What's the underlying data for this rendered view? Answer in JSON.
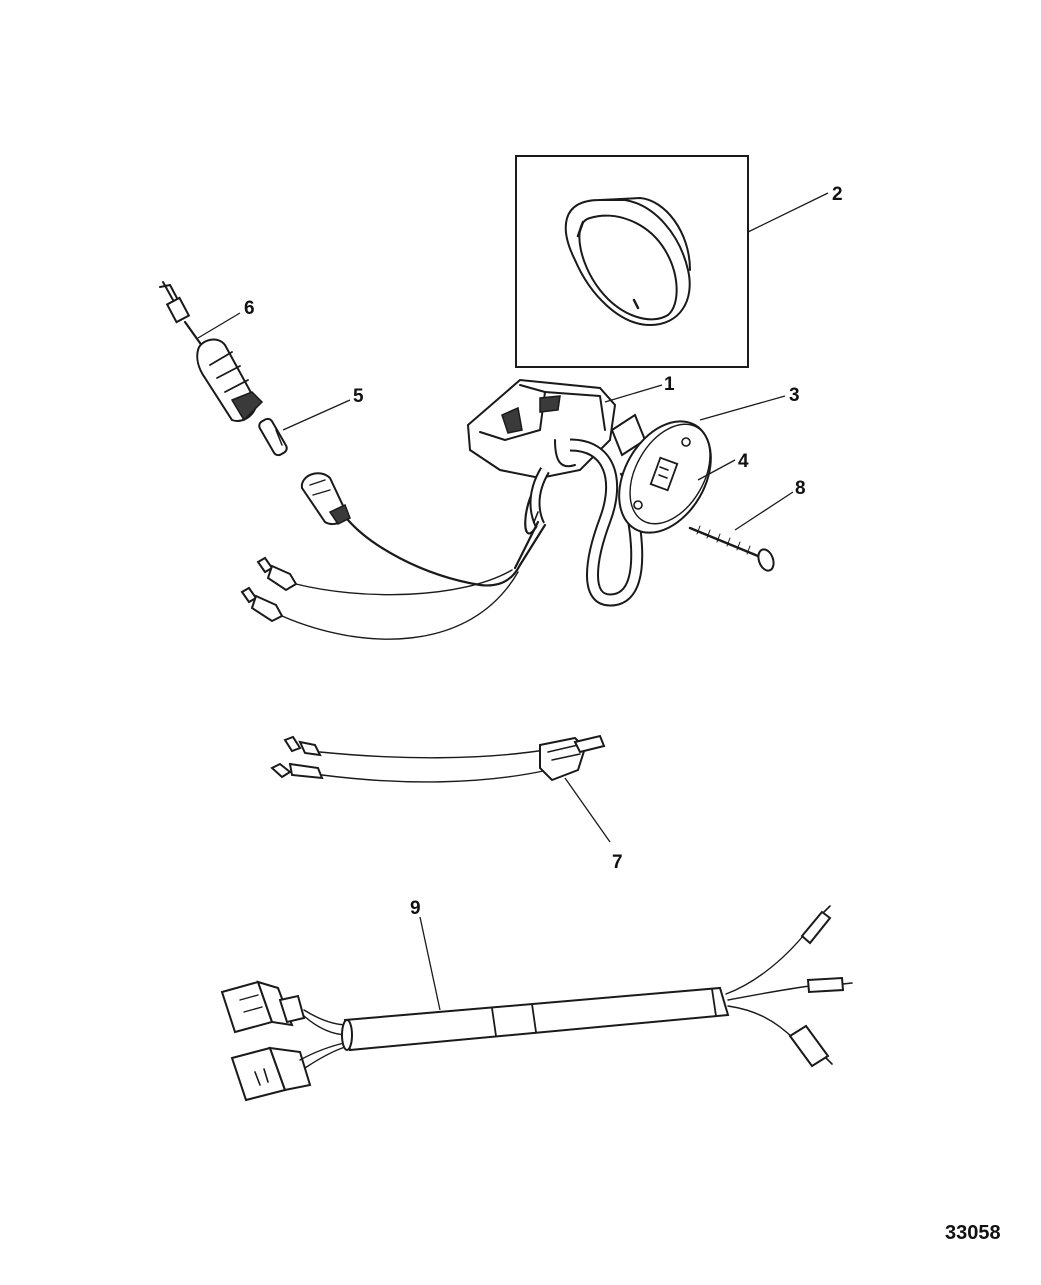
{
  "callouts": {
    "c1": "1",
    "c2": "2",
    "c3": "3",
    "c4": "4",
    "c5": "5",
    "c6": "6",
    "c7": "7",
    "c8": "8",
    "c9": "9"
  },
  "figure_id": "33058"
}
